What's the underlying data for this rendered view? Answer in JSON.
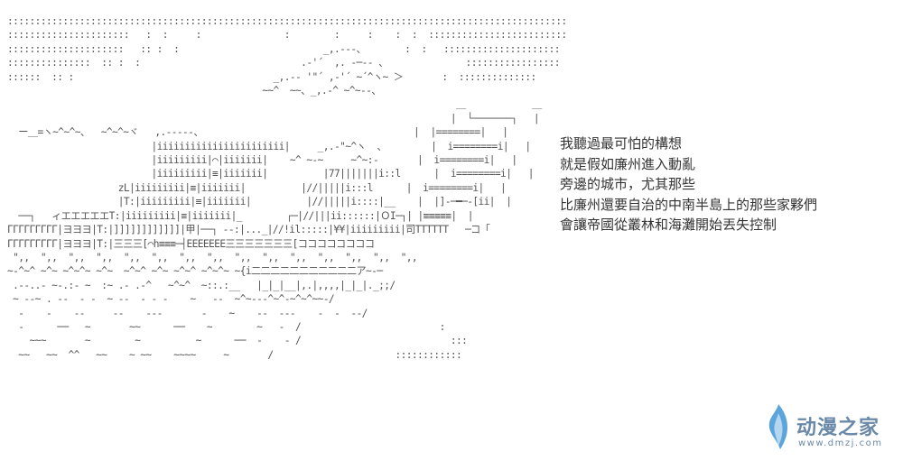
{
  "dialog": {
    "lines": [
      "我聽過最可怕的構想",
      "就是假如廉州進入動亂",
      "旁邊的城市，尤其那些",
      "比廉州還要自治的中南半島上的那些家夥們",
      "會讓帝國從叢林和海灘開始丟失控制"
    ]
  },
  "watermark": {
    "brand": "动漫之家",
    "url": "www.dmzj.com",
    "icon": "flame-leaf-logo-icon"
  }
}
